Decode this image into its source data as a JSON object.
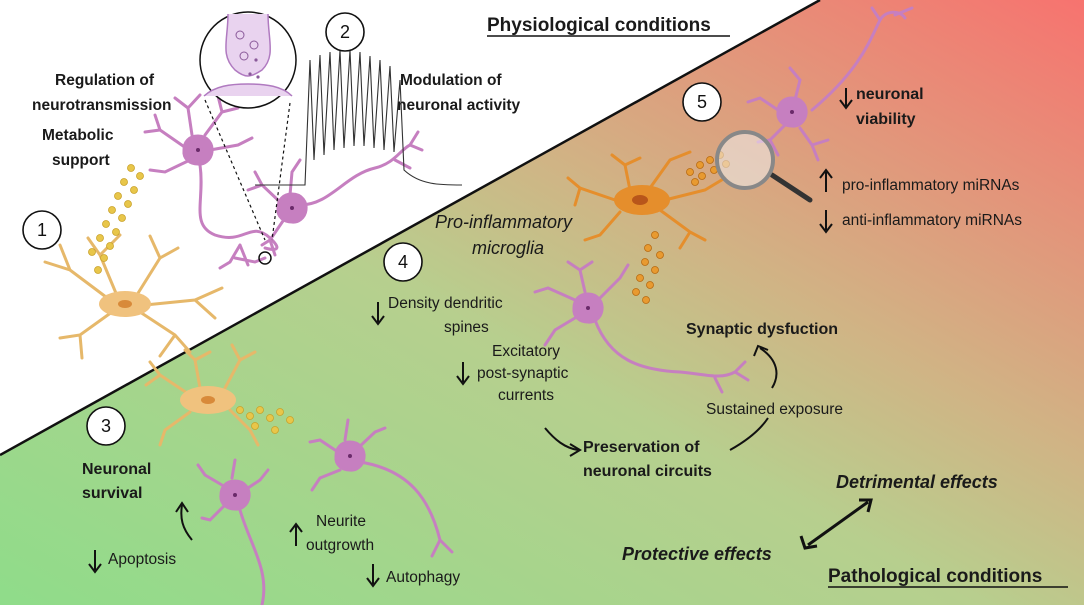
{
  "headings": {
    "physiological": "Physiological conditions",
    "pathological": "Pathological conditions"
  },
  "steps": [
    "1",
    "2",
    "3",
    "4",
    "5"
  ],
  "labels": {
    "regulation_1": "Regulation of",
    "regulation_2": "neurotransmission",
    "modulation_1": "Modulation of",
    "modulation_2": "neuronal activity",
    "metabolic_1": "Metabolic",
    "metabolic_2": "support",
    "neuronal_viability_1": "neuronal",
    "neuronal_viability_2": "viability",
    "pro_inflammatory_mirnas": "pro-inflammatory miRNAs",
    "anti_inflammatory_mirnas": "anti-inflammatory miRNAs",
    "pro_microglia_1": "Pro-inflammatory",
    "pro_microglia_2": "microglia",
    "density_1": "Density dendritic",
    "density_2": "spines",
    "excitatory_1": "Excitatory",
    "excitatory_2": "post-synaptic",
    "excitatory_3": "currents",
    "synaptic_dysfunction": "Synaptic dysfuction",
    "sustained_exposure": "Sustained exposure",
    "preservation_1": "Preservation of",
    "preservation_2": "neuronal circuits",
    "neuronal_survival_1": "Neuronal",
    "neuronal_survival_2": "survival",
    "apoptosis": "Apoptosis",
    "neurite_1": "Neurite",
    "neurite_2": "outgrowth",
    "autophagy": "Autophagy",
    "detrimental": "Detrimental effects",
    "protective": "Protective effects"
  },
  "colors": {
    "physiological_bg": "#ffffff",
    "green": "#8fdc8a",
    "tan": "#c9ae86",
    "red": "#f47d76",
    "neuron": "#c67fc0",
    "neuron_dark": "#a0508f",
    "microglia": "#f0c27e",
    "microglia_active": "#e58e2c",
    "vesicle": "#e8c64a"
  },
  "icons": [
    "up-arrow-icon",
    "down-arrow-icon",
    "magnifier-icon",
    "synapse-zoom-icon",
    "spike-trace-icon"
  ]
}
